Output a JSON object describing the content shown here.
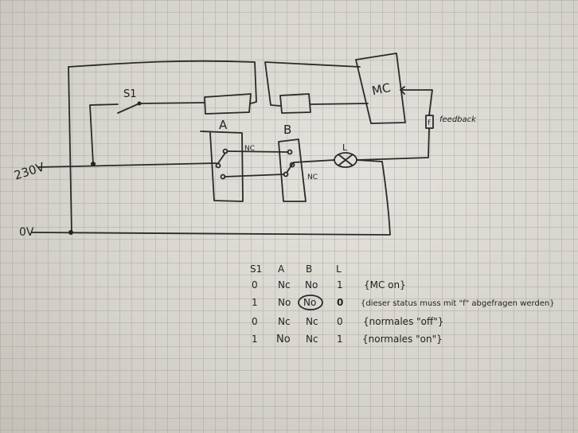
{
  "diagram": {
    "labels": {
      "voltage_in": "230V",
      "ground": "0V",
      "switch": "S1",
      "relay_a": "A",
      "relay_b": "B",
      "controller": "MC",
      "lamp": "L",
      "feedback_box": "f",
      "feedback": "feedback",
      "nc_a": "NC",
      "nc_b": "NC"
    }
  },
  "truth_table": {
    "headers": [
      "S1",
      "A",
      "B",
      "L"
    ],
    "rows": [
      {
        "s1": "0",
        "a": "Nc",
        "b": "No",
        "l": "1",
        "note": "{MC on}"
      },
      {
        "s1": "1",
        "a": "No",
        "b": "No",
        "l": "0",
        "note": "{dieser status muss mit \"f\" abgefragen werden}"
      },
      {
        "s1": "0",
        "a": "Nc",
        "b": "Nc",
        "l": "0",
        "note": "{normales \"off\"}"
      },
      {
        "s1": "1",
        "a": "No",
        "b": "Nc",
        "l": "1",
        "note": "{normales \"on\"}"
      }
    ]
  }
}
